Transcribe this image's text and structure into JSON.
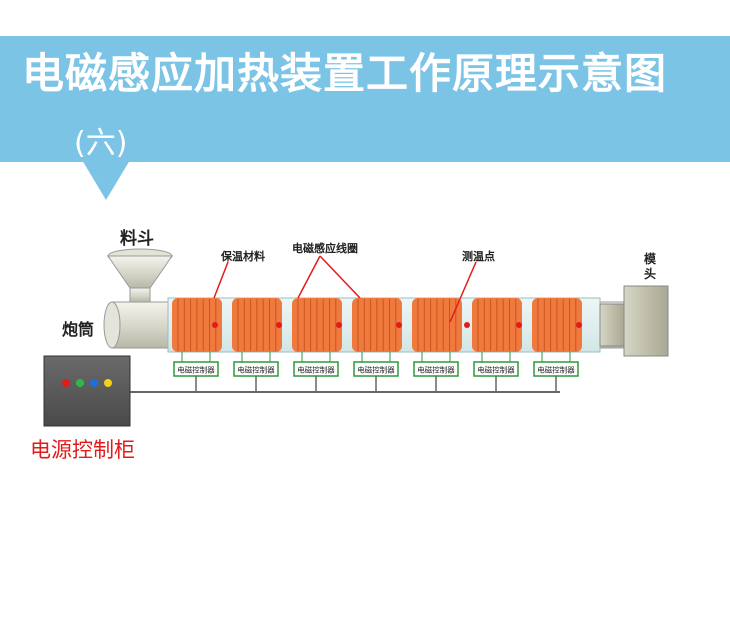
{
  "header": {
    "title": "电磁感应加热装置工作原理示意图",
    "subtitle": "(六)"
  },
  "labels": {
    "hopper": "料斗",
    "barrel": "炮筒",
    "insulation": "保温材料",
    "coil": "电磁感应线圈",
    "temp_point": "测温点",
    "die_head": "模头",
    "cabinet": "电源控制柜"
  },
  "controllers": {
    "label": "电磁控制器",
    "count": 7
  },
  "cabinet_lights": [
    "#e31b1b",
    "#2db84a",
    "#1e6fd9",
    "#f2d21a"
  ],
  "colors": {
    "banner": "#7cc4e6",
    "coil": "#f07a3e",
    "temp_point": "#e31b1b"
  }
}
